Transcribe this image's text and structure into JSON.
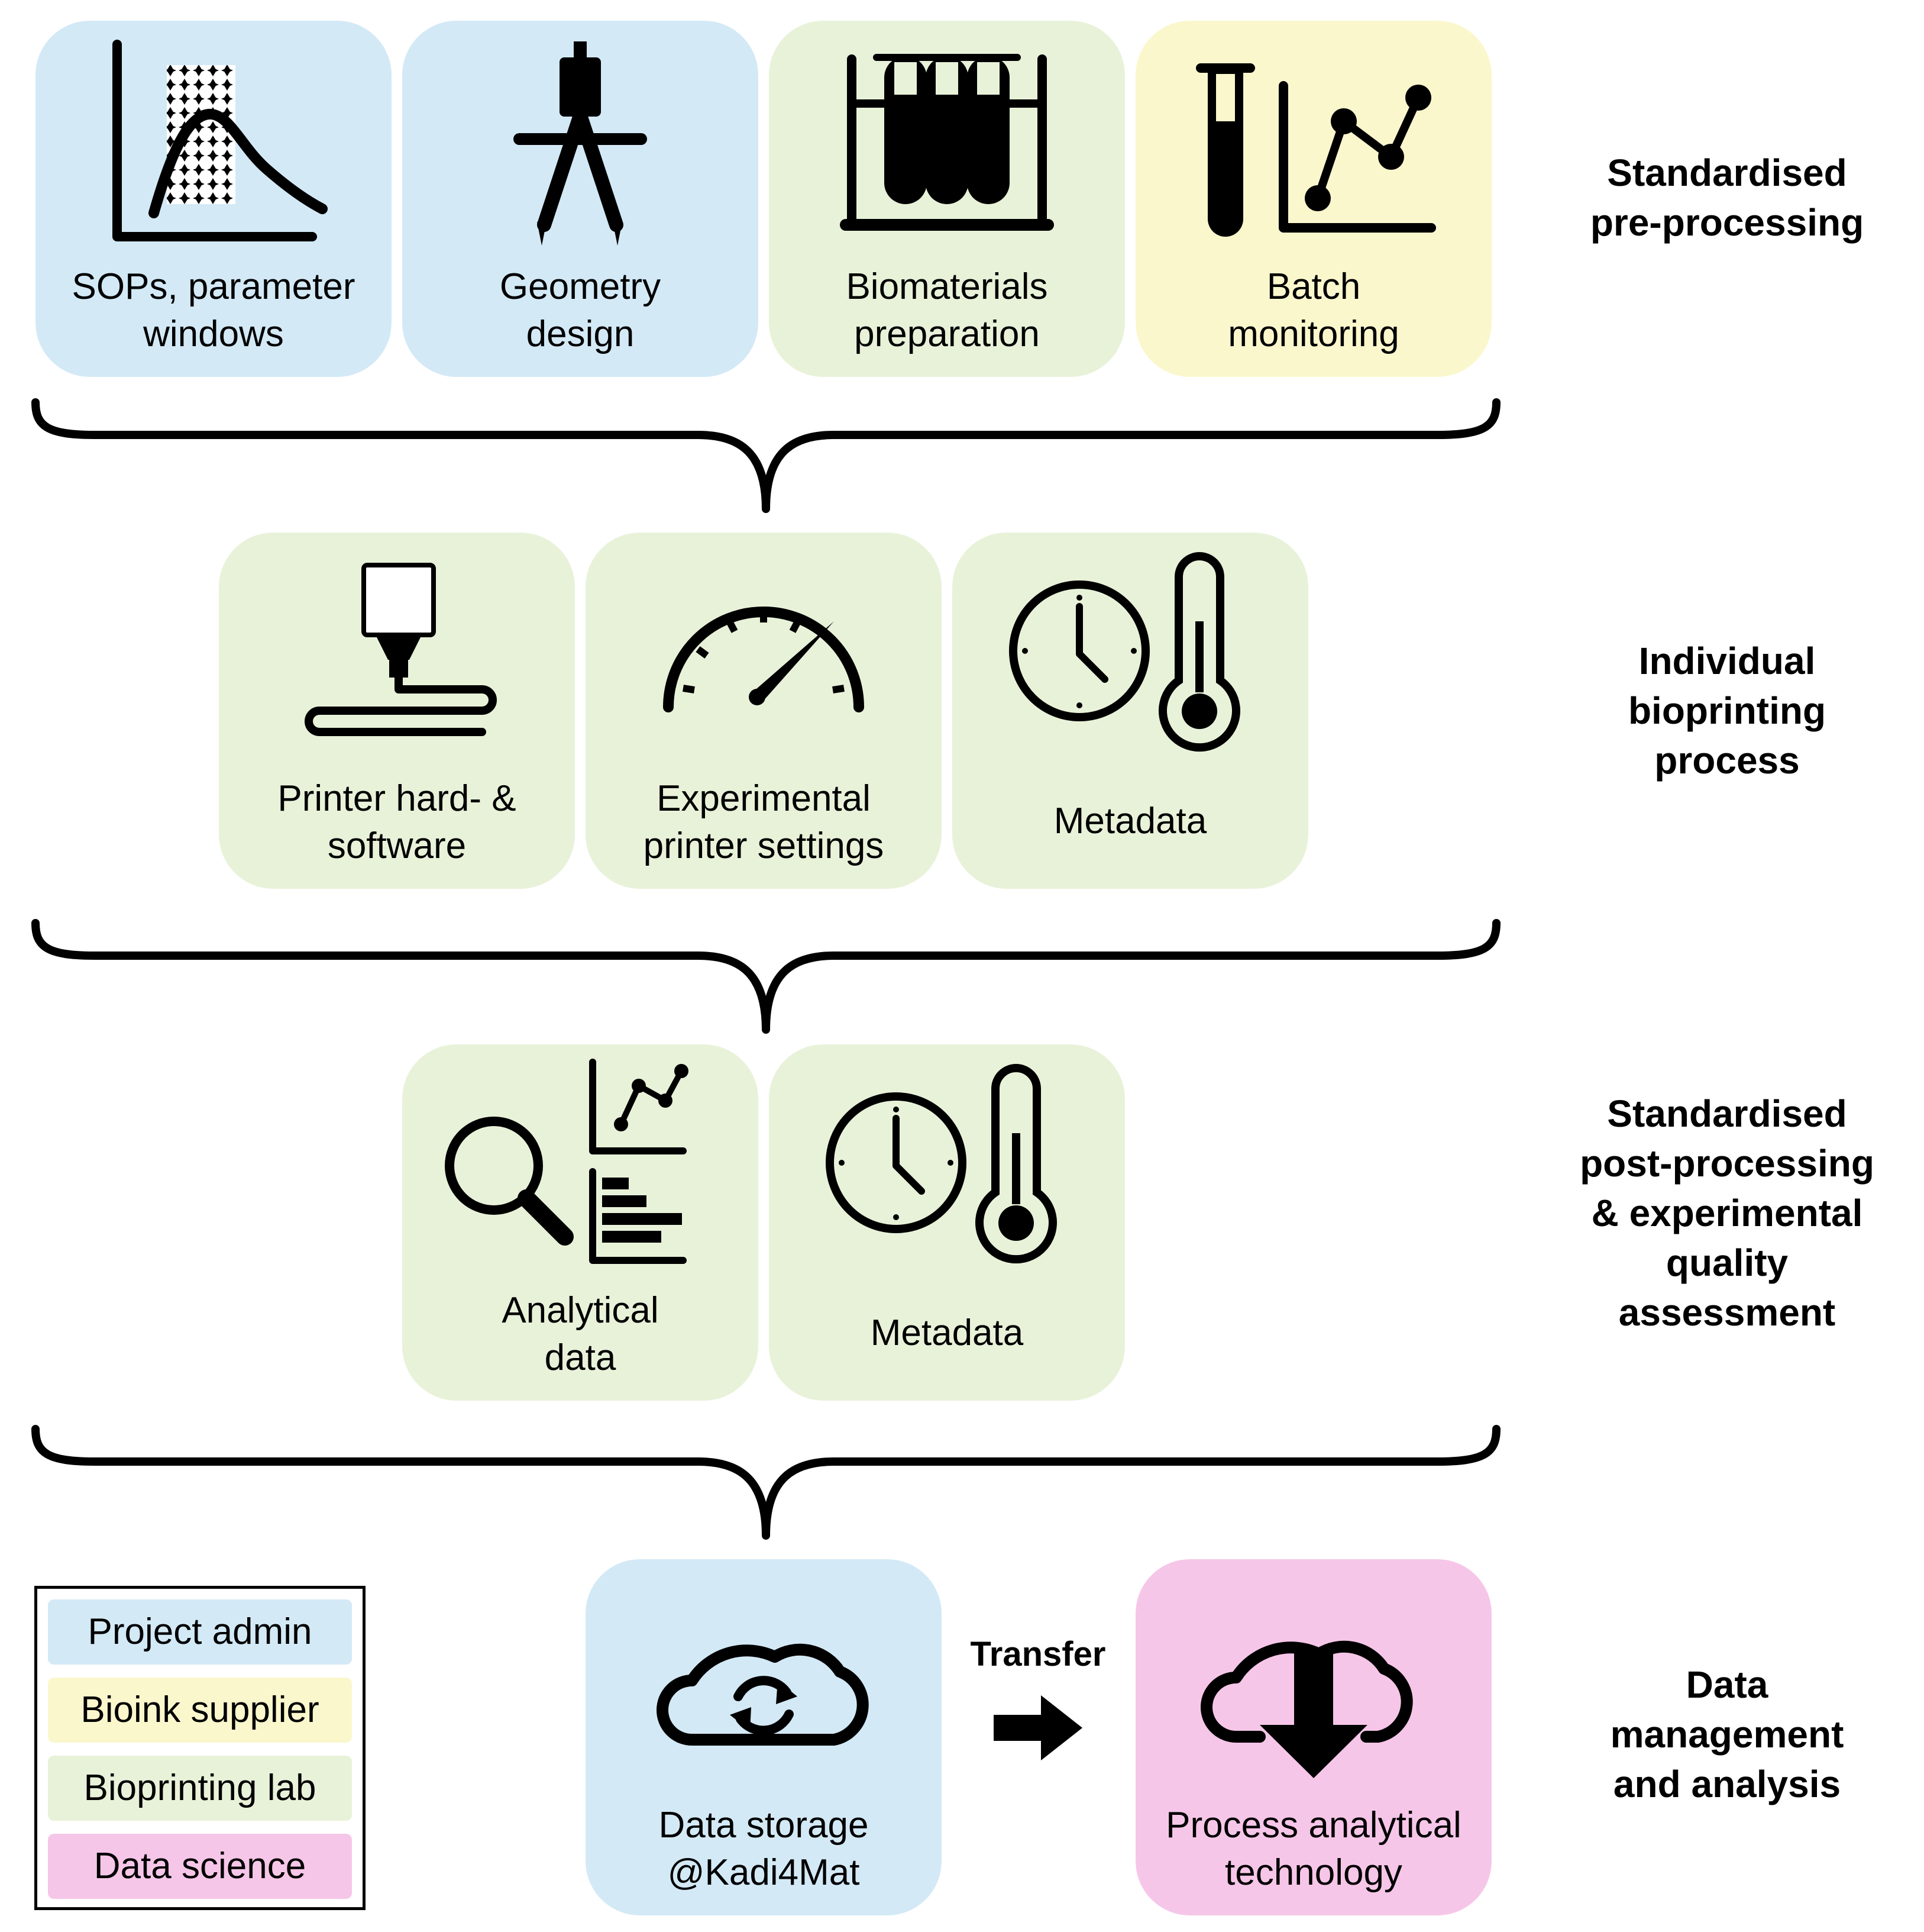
{
  "colors": {
    "project_admin": "#d3e9f6",
    "bioink_supplier": "#fbf7cd",
    "bioprinting_lab": "#e8f2d9",
    "data_science": "#f6c6e8"
  },
  "stages": {
    "pre": [
      "Standardised",
      "pre-processing"
    ],
    "process": [
      "Individual",
      "bioprinting",
      "process"
    ],
    "post": [
      "Standardised",
      "post-processing",
      "& experimental",
      "quality",
      "assessment"
    ],
    "data": [
      "Data",
      "management",
      "and analysis"
    ]
  },
  "tiles": {
    "sops": {
      "lines": [
        "SOPs, parameter",
        "windows"
      ],
      "icon": "scatter-curve-icon",
      "role": "project_admin"
    },
    "geometry": {
      "lines": [
        "Geometry",
        "design"
      ],
      "icon": "compass-icon",
      "role": "project_admin"
    },
    "biomaterials": {
      "lines": [
        "Biomaterials",
        "preparation"
      ],
      "icon": "test-tube-rack-icon",
      "role": "bioprinting_lab"
    },
    "batch": {
      "lines": [
        "Batch",
        "monitoring"
      ],
      "icon": "test-tube-chart-icon",
      "role": "bioink_supplier"
    },
    "printer": {
      "lines": [
        "Printer hard- &",
        "software"
      ],
      "icon": "3d-printer-nozzle-icon",
      "role": "bioprinting_lab"
    },
    "settings": {
      "lines": [
        "Experimental",
        "printer settings"
      ],
      "icon": "speedometer-icon",
      "role": "bioprinting_lab"
    },
    "metadata1": {
      "lines": [
        "Metadata"
      ],
      "icon": "clock-thermometer-icon",
      "role": "bioprinting_lab"
    },
    "analytical": {
      "lines": [
        "Analytical",
        "data"
      ],
      "icon": "magnifier-charts-icon",
      "role": "bioprinting_lab"
    },
    "metadata2": {
      "lines": [
        "Metadata"
      ],
      "icon": "clock-thermometer-icon",
      "role": "bioprinting_lab"
    },
    "storage": {
      "lines": [
        "Data storage",
        "@Kadi4Mat"
      ],
      "icon": "cloud-sync-icon",
      "role": "project_admin"
    },
    "pat": {
      "lines": [
        "Process analytical",
        "technology"
      ],
      "icon": "cloud-download-icon",
      "role": "data_science"
    }
  },
  "transfer_label": "Transfer",
  "legend": [
    "Project admin",
    "Bioink supplier",
    "Bioprinting lab",
    "Data science"
  ]
}
